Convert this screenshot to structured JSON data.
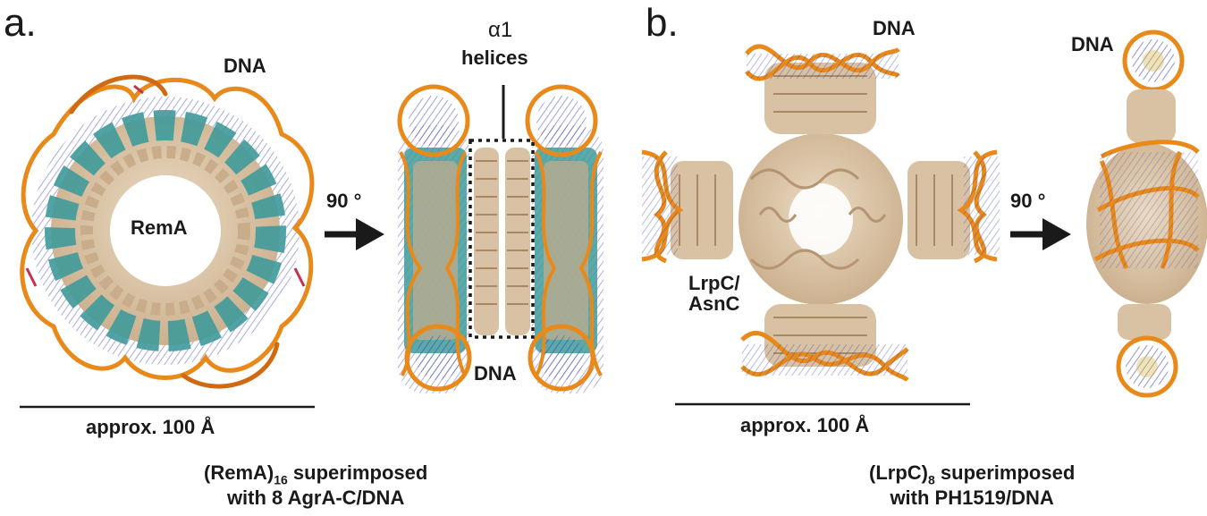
{
  "panel_a": {
    "letter": "a.",
    "dna_top": "DNA",
    "protein_label": "RemA",
    "rotation": "90 °",
    "alpha_helix": "α1",
    "helices": "helices",
    "dna_bottom": "DNA",
    "scale_label": "approx. 100 Å",
    "caption_prefix": "(RemA)",
    "caption_sub": "16",
    "caption_suffix": " superimposed",
    "caption_line2": "with 8 AgrA-C/DNA"
  },
  "panel_b": {
    "letter": "b.",
    "dna_top": "DNA",
    "dna_side": "DNA",
    "protein_line1": "LrpC/",
    "protein_line2": "AsnC",
    "rotation": "90 °",
    "scale_label": "approx. 100 Å",
    "caption_prefix": "(LrpC)",
    "caption_sub": "8",
    "caption_suffix": " superimposed",
    "caption_line2": "with PH1519/DNA"
  },
  "colors": {
    "dna_backbone": "#e8891a",
    "dna_bases": "#3b3fb5",
    "protein_tan": "#d8c2a3",
    "protein_teal": "#3f9a9a",
    "text": "#1a1a1a"
  }
}
